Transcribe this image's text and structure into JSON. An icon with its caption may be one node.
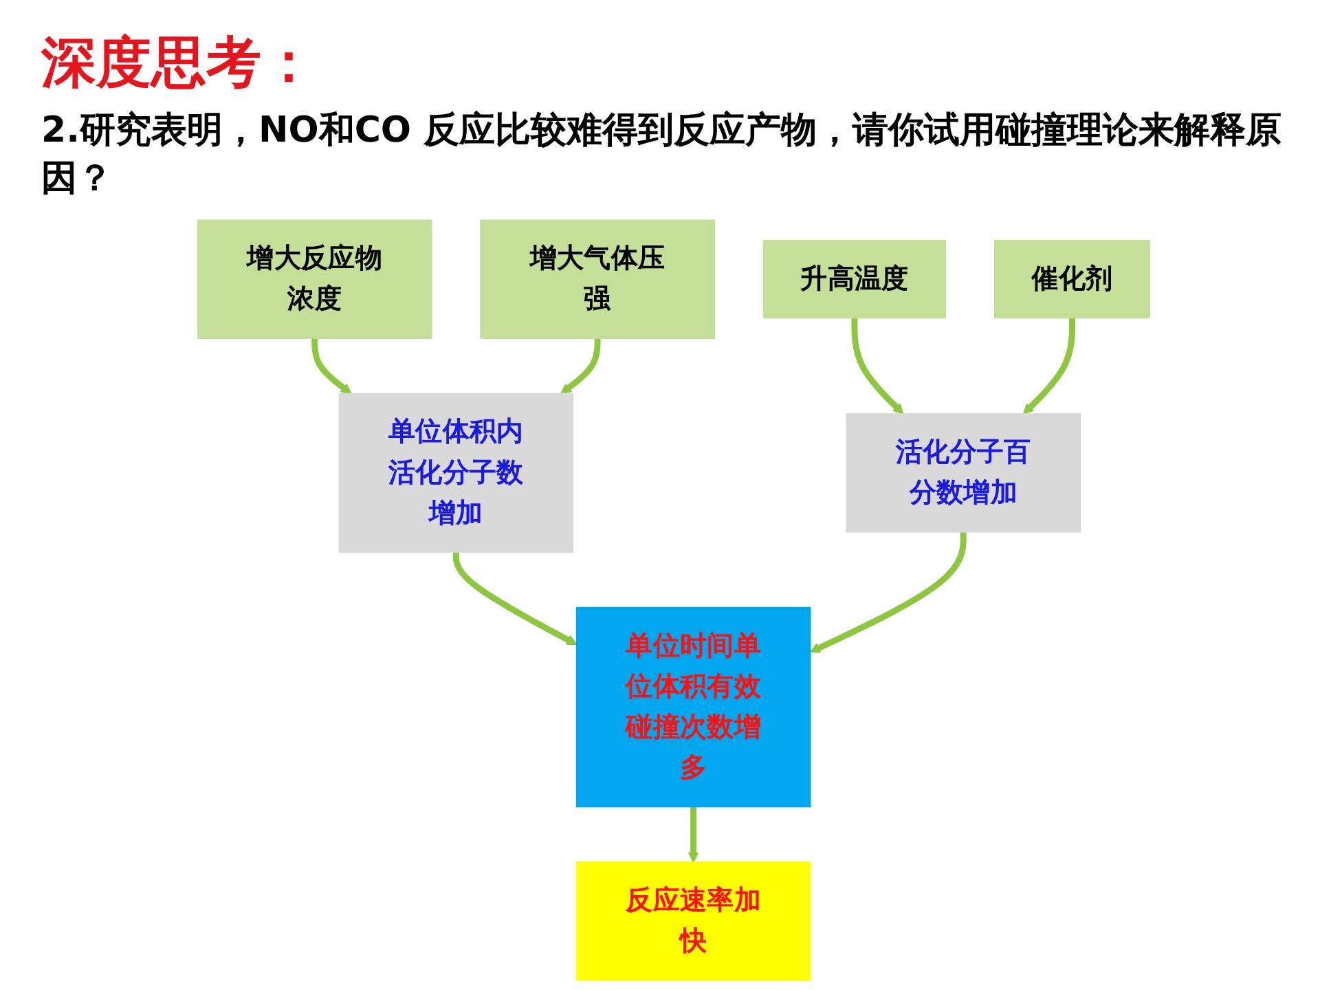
{
  "diagram": {
    "title": "深度思考：",
    "nodes": [
      {
        "text": [
          "增大反应物浓度"
        ]
      },
      {
        "text": [
          "单位体积内活化分子数增加"
        ]
      },
      {
        "text": [
          "增大气体压强"
        ]
      },
      {
        "text": [
          "单位时间单位体积有效碰撞次数增多"
        ]
      },
      {
        "text": [
          "反应速率加快"
        ]
      },
      {
        "text": [
          "升高温度"
        ]
      },
      {
        "text": [
          "活化分子百分数增加"
        ]
      },
      {
        "text": [
          "催化剂"
        ]
      }
    ],
    "edges": [
      {
        "from": 0,
        "to": 1,
        "arrow": "to"
      },
      {
        "from": 2,
        "to": 1,
        "arrow": "to"
      },
      {
        "from": 1,
        "to": 3,
        "arrow": "to"
      },
      {
        "from": 6,
        "to": 3,
        "arrow": "to"
      },
      {
        "from": 5,
        "to": 6,
        "arrow": "to"
      },
      {
        "from": 7,
        "to": 6,
        "arrow": "to"
      },
      {
        "from": 3,
        "to": 4,
        "arrow": "to"
      }
    ],
    "labels": [
      "2.研究表明，NO和CO 反应比较难得到反应产物，请你试用碰撞理论来解释原因？"
    ]
  }
}
